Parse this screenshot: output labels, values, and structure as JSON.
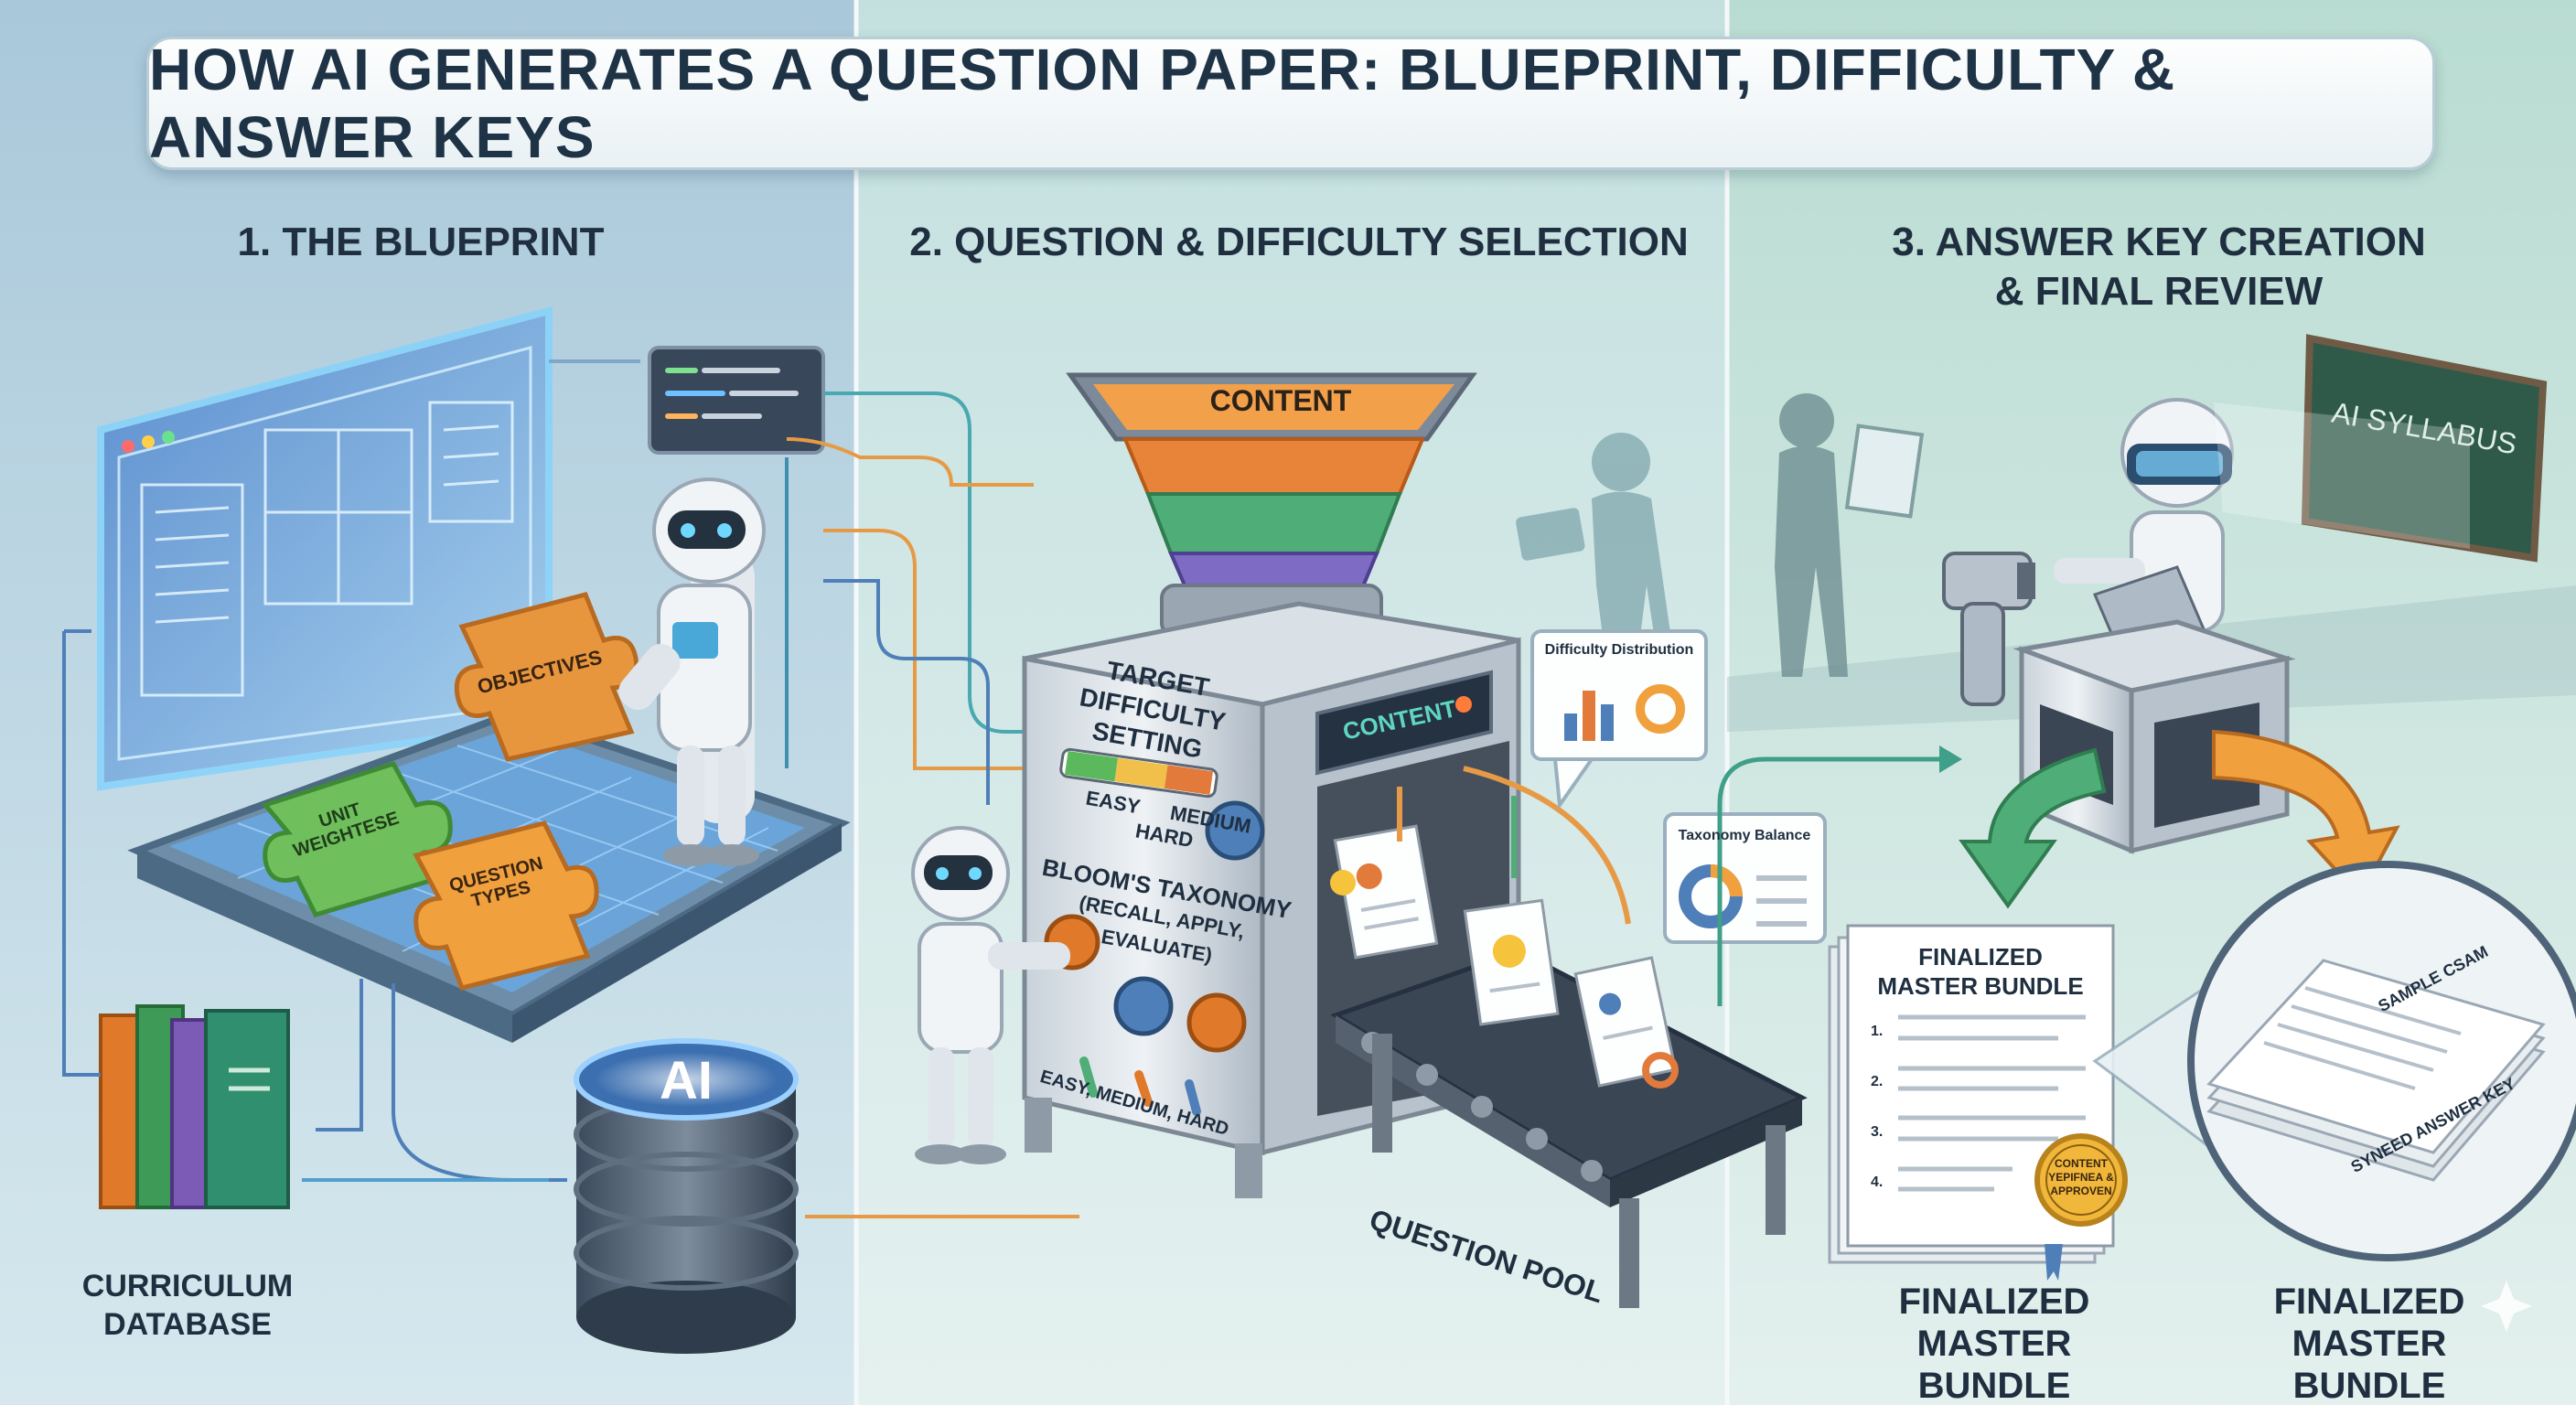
{
  "title": "HOW AI GENERATES A QUESTION PAPER: BLUEPRINT, DIFFICULTY & ANSWER KEYS",
  "sections": {
    "blueprint": {
      "title": "1. THE BLUEPRINT",
      "pieces": [
        "OBJECTIVES",
        "UNIT WEIGHTESE",
        "QUESTION TYPES"
      ],
      "database_label": "CURRICULUM DATABASE",
      "ai_label": "AI"
    },
    "selection": {
      "title": "2. QUESTION & DIFFICULTY SELECTION",
      "funnel_label": "CONTENT",
      "machine_heading": "TARGET DIFFICULTY SETTING",
      "scale": [
        "EASY",
        "MEDIUM",
        "HARD"
      ],
      "taxonomy_line1": "BLOOM'S TAXONOMY",
      "taxonomy_line2": "(RECALL, APPLY, EVALUATE)",
      "lever_label": "EASY, MEDIUM, HARD",
      "screen_label": "CONTENT",
      "difficulty_callout": "Difficulty Distribution",
      "taxonomy_callout": "Taxonomy Balance",
      "pool_label": "QUESTION POOL"
    },
    "answer_key": {
      "title_line1": "3. ANSWER KEY CREATION",
      "title_line2": "& FINAL REVIEW",
      "board_text": "AI SYLLABUS",
      "doc_heading_line1": "FINALIZED",
      "doc_heading_line2": "MASTER BUNDLE",
      "doc_numbers": [
        "1.",
        "2.",
        "3.",
        "4."
      ],
      "seal_line1": "CONTENT",
      "seal_line2": "YEPIFNEA &",
      "seal_line3": "APPROVEN",
      "stack_top": "SAMPLE CSAM",
      "stack_bottom": "SYNEED ANSWER KEY",
      "label_left_line1": "FINALIZED",
      "label_left_line2": "MASTER BUNDLE",
      "label_right_line1": "FINALIZED",
      "label_right_line2": "MASTER BUNDLE"
    }
  },
  "colors": {
    "panel1": "#a9cbdc",
    "panel2": "#cbe4e3",
    "panel3": "#c4e1d8",
    "orange": "#e79a45",
    "green": "#4fae77",
    "purple": "#7d6bc4",
    "blue": "#4f7fb8",
    "teal": "#3f9f88"
  }
}
